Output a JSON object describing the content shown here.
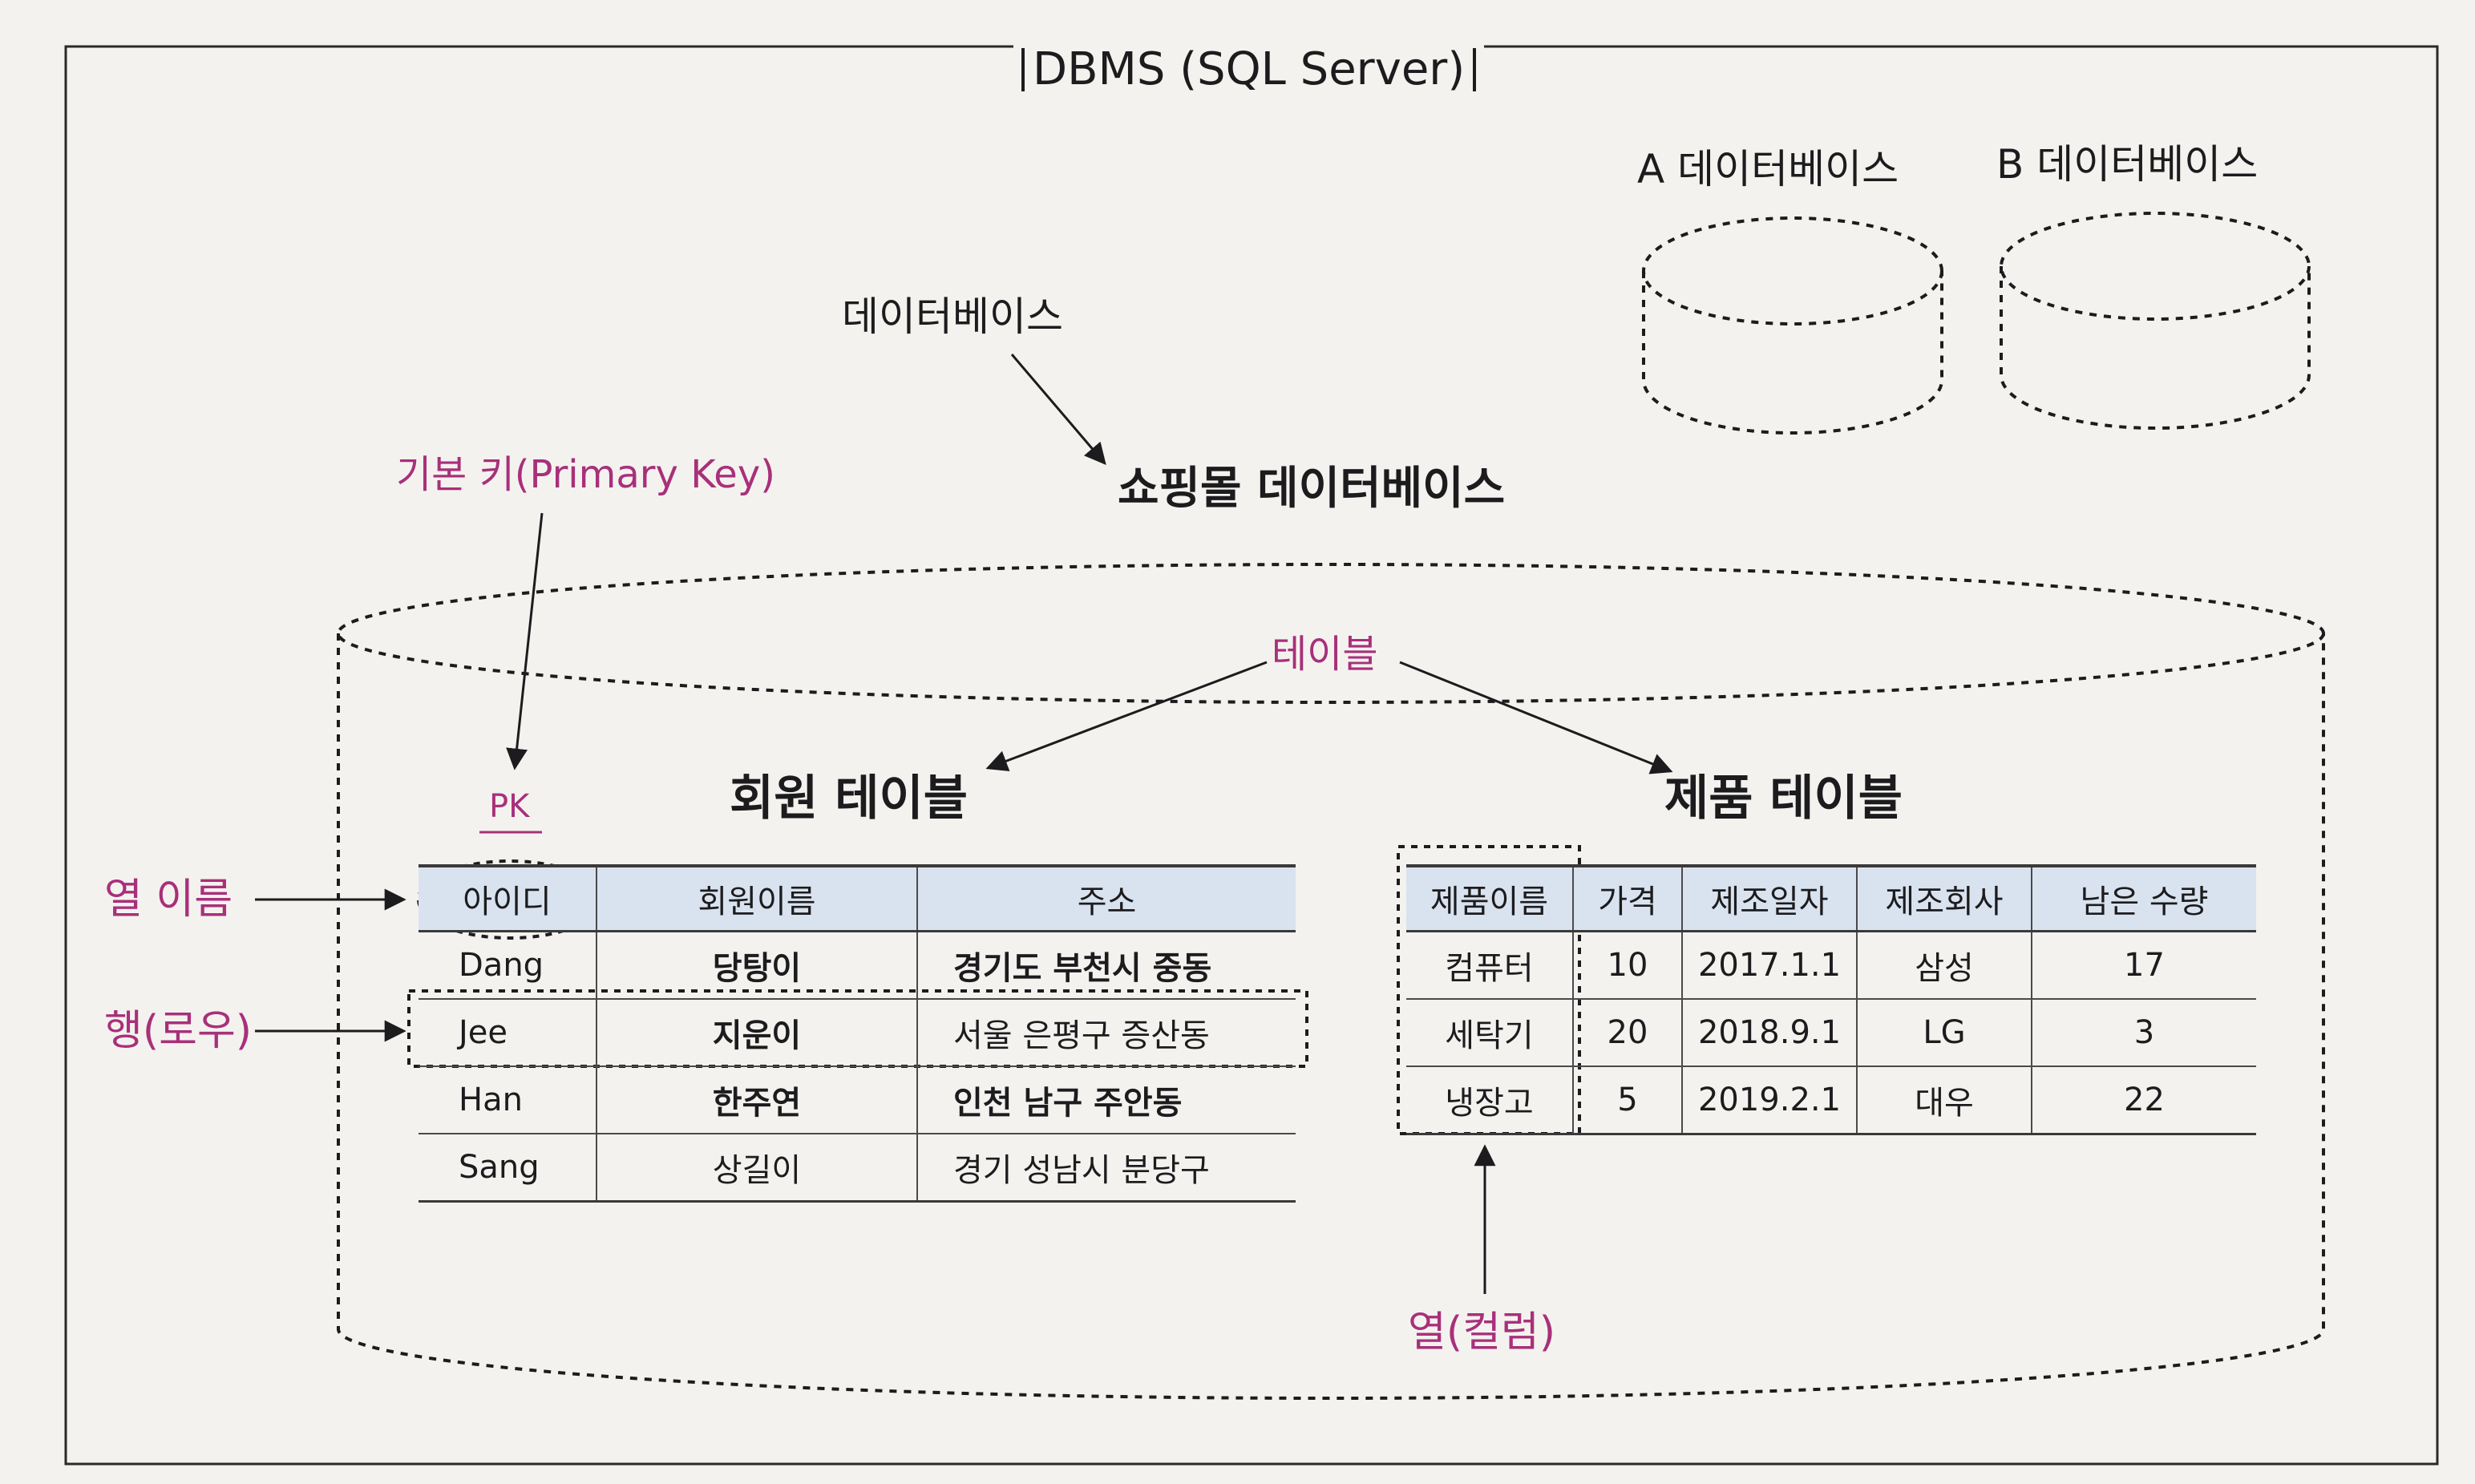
{
  "dbms_title": "DBMS (SQL Server)",
  "databases": {
    "a": "A 데이터베이스",
    "b": "B 데이터베이스"
  },
  "database_label": "데이터베이스",
  "shopping_db": "쇼핑몰 데이터베이스",
  "primary_key_label": "기본 키(Primary Key)",
  "pk": "PK",
  "table_label": "테이블",
  "column_name_label": "열 이름",
  "row_label": "행(로우)",
  "column_label": "열(컬럼)",
  "member_table": {
    "title": "회원 테이블",
    "headers": [
      "아이디",
      "회원이름",
      "주소"
    ],
    "rows": [
      [
        "Dang",
        "당탕이",
        "경기도 부천시 중동"
      ],
      [
        "Jee",
        "지운이",
        "서울 은평구 증산동"
      ],
      [
        "Han",
        "한주연",
        "인천 남구 주안동"
      ],
      [
        "Sang",
        "상길이",
        "경기 성남시 분당구"
      ]
    ]
  },
  "product_table": {
    "title": "제품 테이블",
    "headers": [
      "제품이름",
      "가격",
      "제조일자",
      "제조회사",
      "남은 수량"
    ],
    "rows": [
      [
        "컴퓨터",
        "10",
        "2017.1.1",
        "삼성",
        "17"
      ],
      [
        "세탁기",
        "20",
        "2018.9.1",
        "LG",
        "3"
      ],
      [
        "냉장고",
        "5",
        "2019.2.1",
        "대우",
        "22"
      ]
    ]
  },
  "colors": {
    "magenta": "#a8307a",
    "header_fill": "#d9e3ef",
    "ink": "#1c1c1e"
  }
}
